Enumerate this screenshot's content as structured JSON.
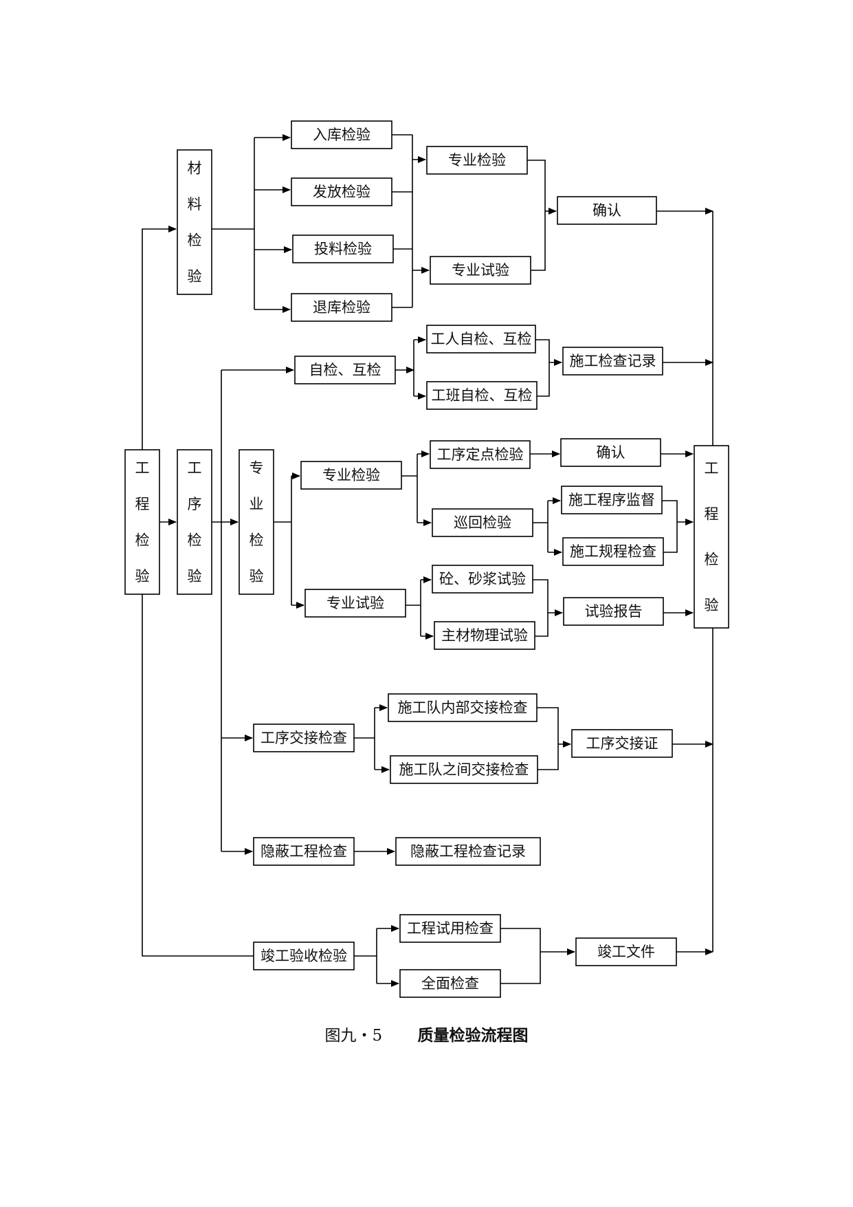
{
  "boxes": {
    "gongcheng_left": "工程检验",
    "cailiao": "材料检验",
    "gongxu": "工序检验",
    "zhuanye_v": "专业检验",
    "gongcheng_right": "工程检验",
    "ruku": "入库检验",
    "fafang": "发放检验",
    "touliao": "投料检验",
    "tuiku": "退库检验",
    "zhuanye_jy_top": "专业检验",
    "zhuanye_sy_top": "专业试验",
    "queren_top": "确认",
    "zijian": "自检、互检",
    "gongren": "工人自检、互检",
    "gongban": "工班自检、互检",
    "shigong_jl": "施工检查记录",
    "zhuanye_jy": "专业检验",
    "zhuanye_sy": "专业试验",
    "dingdian": "工序定点检验",
    "queren_mid": "确认",
    "xunhui": "巡回检验",
    "chengxu": "施工程序监督",
    "guicheng": "施工规程检查",
    "tong": "砼、砂浆试验",
    "zhucai": "主材物理试验",
    "baogao": "试验报告",
    "jiaojie": "工序交接检查",
    "neibu": "施工队内部交接检查",
    "zhijian": "施工队之间交接检查",
    "jiaojie_zheng": "工序交接证",
    "yinbi": "隐蔽工程检查",
    "yinbi_jl": "隐蔽工程检查记录",
    "jungong": "竣工验收检验",
    "shiyong": "工程试用检查",
    "quanmian": "全面检查",
    "jungong_wj": "竣工文件"
  },
  "caption": {
    "number": "图九・5",
    "title": "质量检验流程图"
  }
}
